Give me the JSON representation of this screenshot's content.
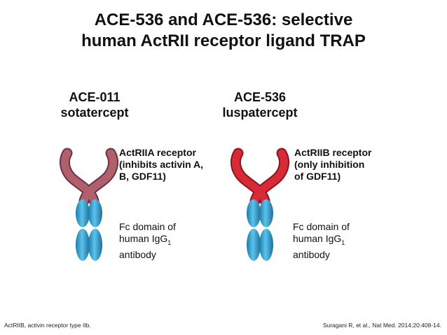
{
  "slide": {
    "title_line1": "ACE-536 and ACE-536: selective",
    "title_line2": "human ActRII receptor ligand TRAP"
  },
  "left": {
    "code": "ACE-011",
    "name": "sotatercept",
    "receptor_line1": "ActRIIA receptor",
    "receptor_line2": "(inhibits activin A,",
    "receptor_line3": "B, GDF11)",
    "fc_line1": "Fc domain of",
    "fc_line2_pre": "human IgG",
    "fc_line2_sub": "1",
    "fc_line3": "antibody",
    "receptor_color": "#b0606c"
  },
  "right": {
    "code": "ACE-536",
    "name": "luspatercept",
    "receptor_line1": "ActRIIB receptor",
    "receptor_line2": "(only inhibition",
    "receptor_line3": "of GDF11)",
    "fc_line1": "Fc domain of",
    "fc_line2_pre": "human IgG",
    "fc_line2_sub": "1",
    "fc_line3": "antibody",
    "receptor_color": "#d62a36"
  },
  "fc_color": "#2f9ccc",
  "footer": {
    "left": "ActRIIB, activin receptor type IIb.",
    "right": "Suragani R, et al., Nat Med. 2014;20:408-14."
  }
}
